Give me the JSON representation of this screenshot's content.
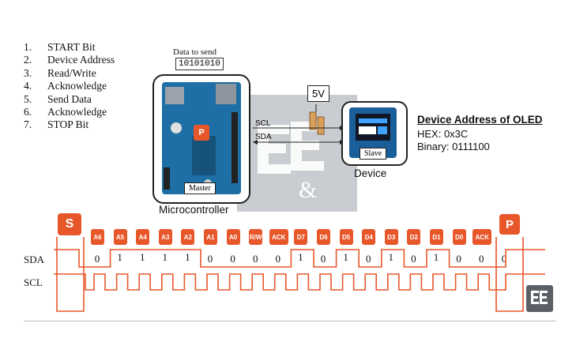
{
  "steps": [
    {
      "num": "1.",
      "label": "START Bit"
    },
    {
      "num": "2.",
      "label": "Device Address"
    },
    {
      "num": "3.",
      "label": "Read/Write"
    },
    {
      "num": "4.",
      "label": "Acknowledge"
    },
    {
      "num": "5.",
      "label": "Send Data"
    },
    {
      "num": "6.",
      "label": "Acknowledge"
    },
    {
      "num": "7.",
      "label": "STOP Bit"
    }
  ],
  "data_to_send": {
    "title": "Data to send",
    "value": "10101010"
  },
  "master": {
    "caption": "Microcontroller",
    "tag": "Master",
    "p_label": "P"
  },
  "supply": "5V",
  "bus": {
    "scl": "SCL",
    "sda": "SDA"
  },
  "slave": {
    "caption": "Device",
    "tag": "Slave"
  },
  "oled": {
    "title": "Device Address of OLED",
    "hex": "HEX: 0x3C",
    "binary": "Binary: 0111100"
  },
  "frame": {
    "start": "S",
    "stop": "P",
    "boxes": [
      "A6",
      "A5",
      "A4",
      "A3",
      "A2",
      "A1",
      "A0",
      "R/W",
      "ACK",
      "D7",
      "D6",
      "D5",
      "D4",
      "D3",
      "D2",
      "D1",
      "D0",
      "ACK"
    ],
    "bits": [
      "0",
      "1",
      "1",
      "1",
      "1",
      "0",
      "0",
      "0",
      "0",
      "1",
      "0",
      "1",
      "0",
      "1",
      "0",
      "1",
      "0",
      "0"
    ],
    "final_bit": "0"
  },
  "signals": {
    "sda": "SDA",
    "scl": "SCL"
  },
  "colors": {
    "accent": "#e8572a",
    "board": "#1e6fa5"
  }
}
